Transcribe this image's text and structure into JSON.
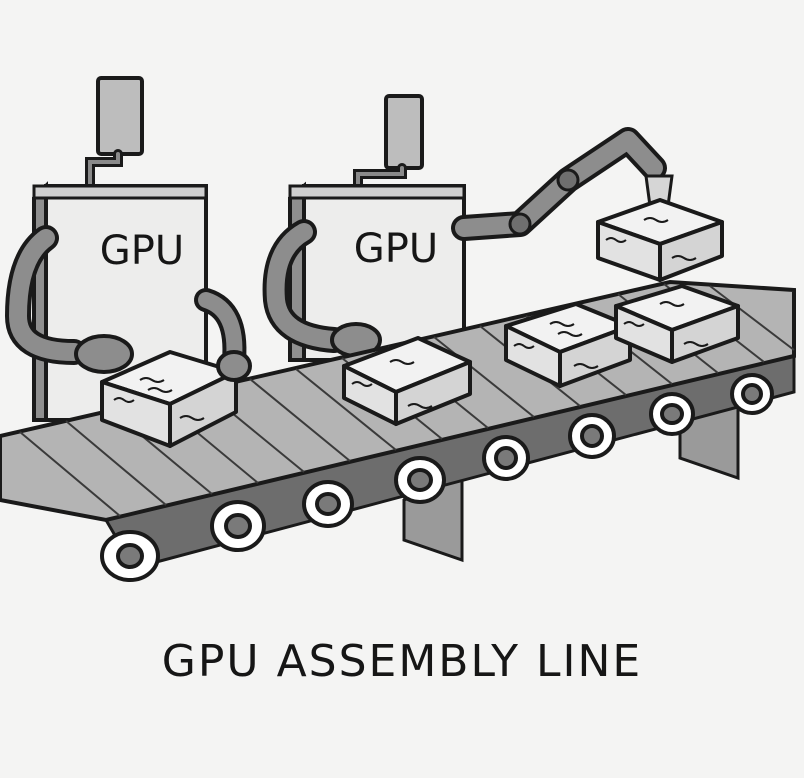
{
  "robots": [
    {
      "label": "GPU"
    },
    {
      "label": "GPU"
    }
  ],
  "caption": "GPU ASSEMBLY LINE"
}
